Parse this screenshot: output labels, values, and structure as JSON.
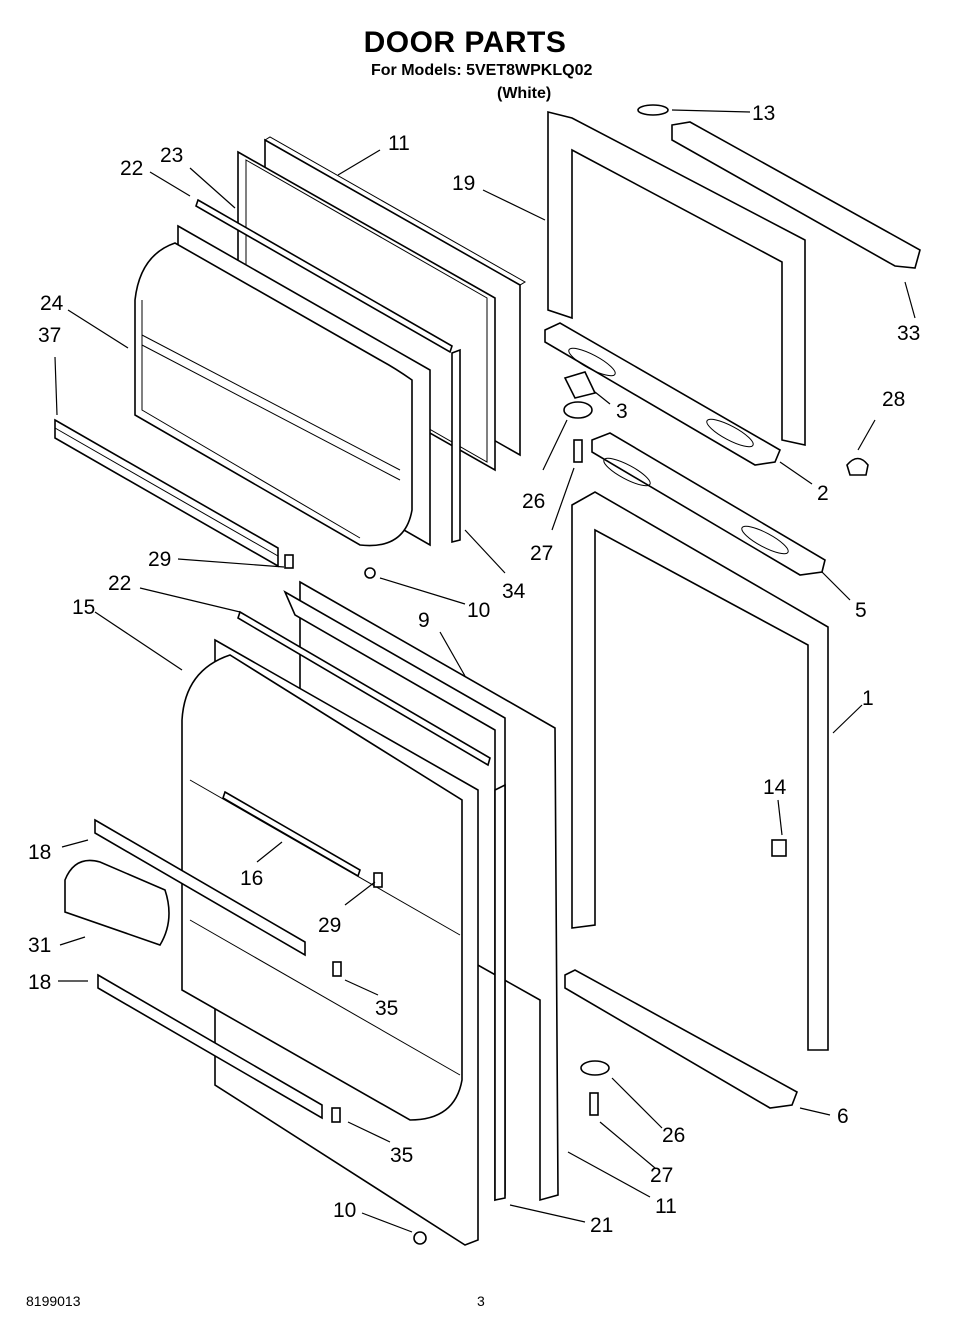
{
  "header": {
    "title": "DOOR PARTS",
    "subtitle": "For Models: 5VET8WPKLQ02",
    "color": "(White)"
  },
  "footer": {
    "document_number": "8199013",
    "page_number": "3"
  },
  "diagram": {
    "description": "Exploded view of refrigerator freezer door and fresh food door assemblies",
    "callouts": [
      {
        "id": "c13",
        "label": "13"
      },
      {
        "id": "c11a",
        "label": "11"
      },
      {
        "id": "c23",
        "label": "23"
      },
      {
        "id": "c22a",
        "label": "22"
      },
      {
        "id": "c19",
        "label": "19"
      },
      {
        "id": "c33",
        "label": "33"
      },
      {
        "id": "c24",
        "label": "24"
      },
      {
        "id": "c37",
        "label": "37"
      },
      {
        "id": "c28",
        "label": "28"
      },
      {
        "id": "c3",
        "label": "3"
      },
      {
        "id": "c2",
        "label": "2"
      },
      {
        "id": "c26a",
        "label": "26"
      },
      {
        "id": "c27a",
        "label": "27"
      },
      {
        "id": "c29a",
        "label": "29"
      },
      {
        "id": "c34",
        "label": "34"
      },
      {
        "id": "c10a",
        "label": "10"
      },
      {
        "id": "c5",
        "label": "5"
      },
      {
        "id": "c22b",
        "label": "22"
      },
      {
        "id": "c15",
        "label": "15"
      },
      {
        "id": "c9",
        "label": "9"
      },
      {
        "id": "c1",
        "label": "1"
      },
      {
        "id": "c14",
        "label": "14"
      },
      {
        "id": "c18a",
        "label": "18"
      },
      {
        "id": "c16",
        "label": "16"
      },
      {
        "id": "c29b",
        "label": "29"
      },
      {
        "id": "c31",
        "label": "31"
      },
      {
        "id": "c18b",
        "label": "18"
      },
      {
        "id": "c35a",
        "label": "35"
      },
      {
        "id": "c6",
        "label": "6"
      },
      {
        "id": "c26b",
        "label": "26"
      },
      {
        "id": "c35b",
        "label": "35"
      },
      {
        "id": "c27b",
        "label": "27"
      },
      {
        "id": "c11b",
        "label": "11"
      },
      {
        "id": "c10b",
        "label": "10"
      },
      {
        "id": "c21",
        "label": "21"
      }
    ]
  }
}
